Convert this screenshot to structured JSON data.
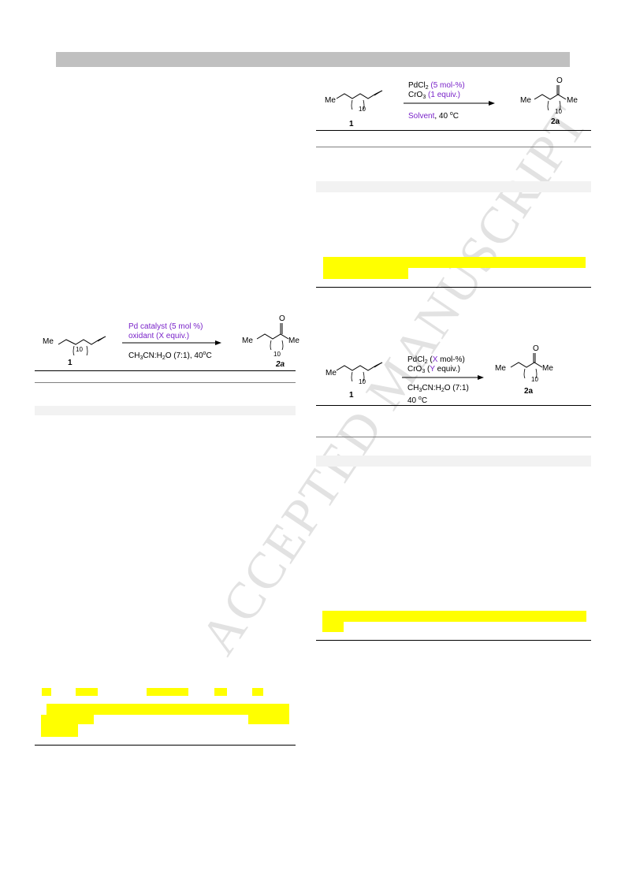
{
  "watermark": "ACCEPTED MANUSCRIPT",
  "scheme_left": {
    "substrate_label": "Me",
    "substrate_index": "10",
    "substrate_number": "1",
    "reagent_line1_a": "Pd catalyst (5 mol %)",
    "reagent_line2_a": "oxidant (X equiv.)",
    "reagent_line3_a": "CH",
    "reagent_line3_b": "3",
    "reagent_line3_c": "CN:H",
    "reagent_line3_d": "2",
    "reagent_line3_e": "O (7:1), 40",
    "reagent_line3_f": "o",
    "reagent_line3_g": "C",
    "product_left": "Me",
    "product_right": "Me",
    "product_oxygen": "O",
    "product_index": "10",
    "product_number": "2a"
  },
  "scheme_top_right": {
    "substrate_label": "Me",
    "substrate_index": "10",
    "substrate_number": "1",
    "reagent_line1_a": "PdCl",
    "reagent_line1_b": "2",
    "reagent_line1_c": " (5 mol-%)",
    "reagent_line2_a": "CrO",
    "reagent_line2_b": "3",
    "reagent_line2_c": " (1 equiv.)",
    "reagent_line3_a": "Solvent",
    "reagent_line3_b": ", 40 ",
    "reagent_line3_c": "o",
    "reagent_line3_d": "C",
    "product_left": "Me",
    "product_right": "Me",
    "product_oxygen": "O",
    "product_index": "10",
    "product_number": "2a"
  },
  "scheme_bottom_right": {
    "substrate_label": "Me",
    "substrate_index": "10",
    "substrate_number": "1",
    "reagent_line1_a": "PdCl",
    "reagent_line1_b": "2",
    "reagent_line1_c": " (",
    "reagent_line1_d": "X",
    "reagent_line1_e": " mol-%)",
    "reagent_line2_a": "CrO",
    "reagent_line2_b": "3",
    "reagent_line2_c": " (",
    "reagent_line2_d": "Y",
    "reagent_line2_e": " equiv.)",
    "reagent_line3_a": "CH",
    "reagent_line3_b": "3",
    "reagent_line3_c": "CN:H",
    "reagent_line3_d": "2",
    "reagent_line3_e": "O (7:1)",
    "reagent_line4_a": "40 ",
    "reagent_line4_b": "o",
    "reagent_line4_c": "C",
    "product_left": "Me",
    "product_right": "Me",
    "product_oxygen": "O",
    "product_index": "10",
    "product_number": "2a"
  }
}
